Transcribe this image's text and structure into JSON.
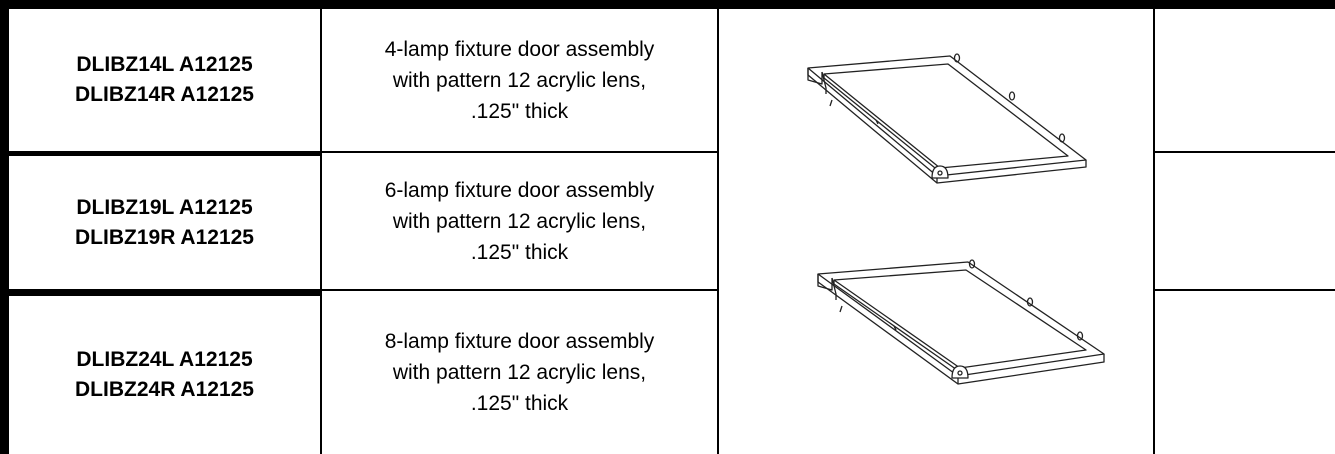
{
  "rows": [
    {
      "parts": [
        "DLIBZ14L A12125",
        "DLIBZ14R A12125"
      ],
      "description": [
        "4-lamp fixture door assembly",
        "with pattern 12 acrylic lens,",
        ".125\" thick"
      ]
    },
    {
      "parts": [
        "DLIBZ19L A12125",
        "DLIBZ19R A12125"
      ],
      "description": [
        "6-lamp fixture door assembly",
        "with pattern 12 acrylic lens,",
        ".125\" thick"
      ]
    },
    {
      "parts": [
        "DLIBZ24L A12125",
        "DLIBZ24R A12125"
      ],
      "description": [
        "8-lamp fixture door assembly",
        "with pattern 12 acrylic lens,",
        ".125\" thick"
      ]
    }
  ],
  "images": [
    {
      "icon": "fixture-door-frame-drawing"
    },
    {
      "icon": "fixture-door-frame-drawing"
    }
  ]
}
